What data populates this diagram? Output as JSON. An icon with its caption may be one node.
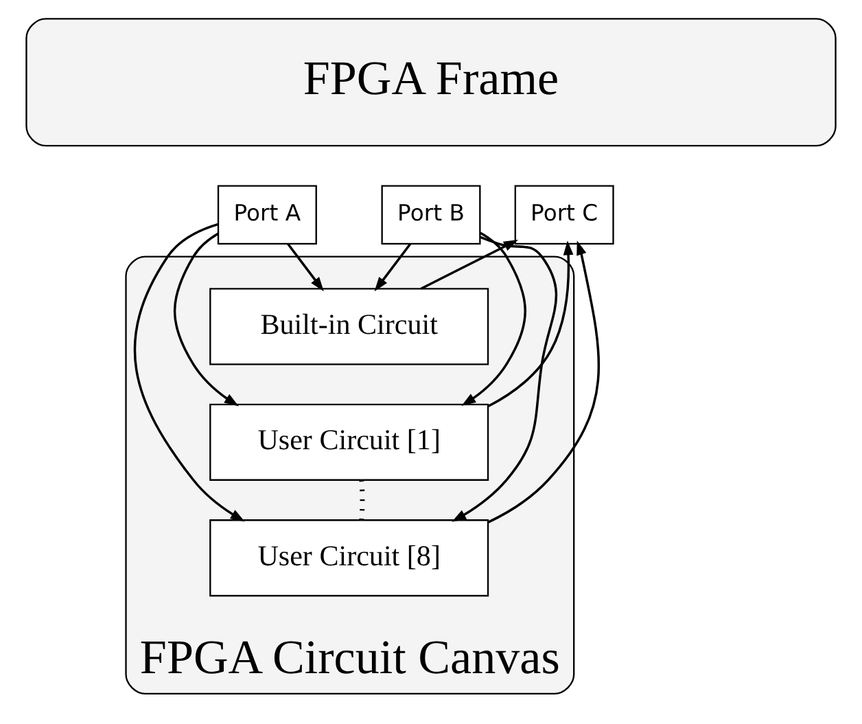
{
  "diagram": {
    "nodes": [
      {
        "text": [
          "FPGA Frame"
        ]
      },
      {
        "text": [
          "Port A"
        ]
      },
      {
        "text": [
          "Port B"
        ]
      },
      {
        "text": [
          "Port C"
        ]
      },
      {
        "text": [
          "FPGA Circuit Canvas"
        ]
      },
      {
        "text": [
          "Built-in Circuit"
        ],
        "in": 4
      },
      {
        "text": [
          "User Circuit [1]"
        ],
        "in": 4
      },
      {
        "text": [
          "User Circuit [8]"
        ],
        "in": 4
      }
    ],
    "edges": [
      {
        "from": 1,
        "to": 5,
        "arrow": "to"
      },
      {
        "from": 1,
        "to": 6,
        "arrow": "to"
      },
      {
        "from": 1,
        "to": 7,
        "arrow": "to"
      },
      {
        "from": 2,
        "to": 5,
        "arrow": "to"
      },
      {
        "from": 2,
        "to": 6,
        "arrow": "to"
      },
      {
        "from": 2,
        "to": 7,
        "arrow": "to"
      },
      {
        "from": 5,
        "to": 3,
        "arrow": "to"
      },
      {
        "from": 6,
        "to": 3,
        "arrow": "to"
      },
      {
        "from": 7,
        "to": 3,
        "arrow": "to"
      },
      {
        "from": 6,
        "to": 7,
        "arrow": "none",
        "style": "dashed"
      }
    ]
  }
}
